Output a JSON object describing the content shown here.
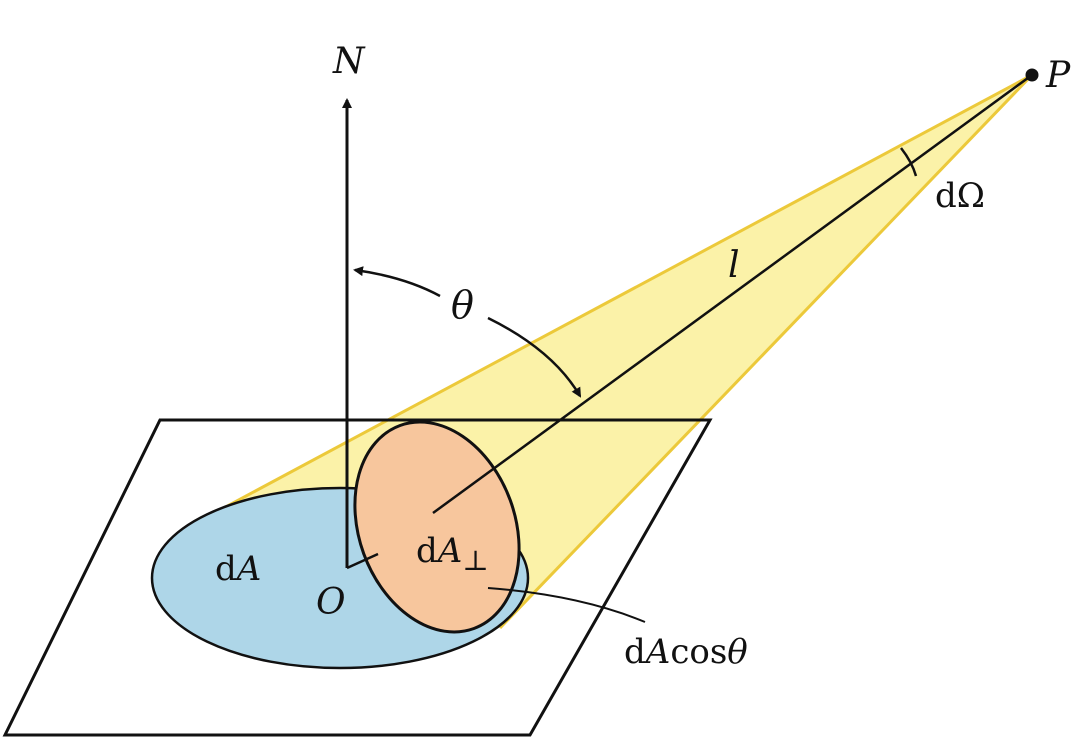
{
  "labels": {
    "normal": "N",
    "point": "P",
    "solid_angle": "dΩ",
    "distance": "l",
    "angle": "θ",
    "area_d": "d",
    "area_a": "A",
    "perp_d": "d",
    "perp_a": "A",
    "perp_sub": "⊥",
    "origin": "O",
    "proj_d": "d",
    "proj_a": "A",
    "proj_cos": "cos",
    "proj_theta": "θ"
  },
  "colors": {
    "cone_fill": "#fbf2a8",
    "cone_edge": "#ecc93a",
    "area_fill": "#aed6e8",
    "perp_fill": "#f7c69d",
    "line": "#111111"
  }
}
